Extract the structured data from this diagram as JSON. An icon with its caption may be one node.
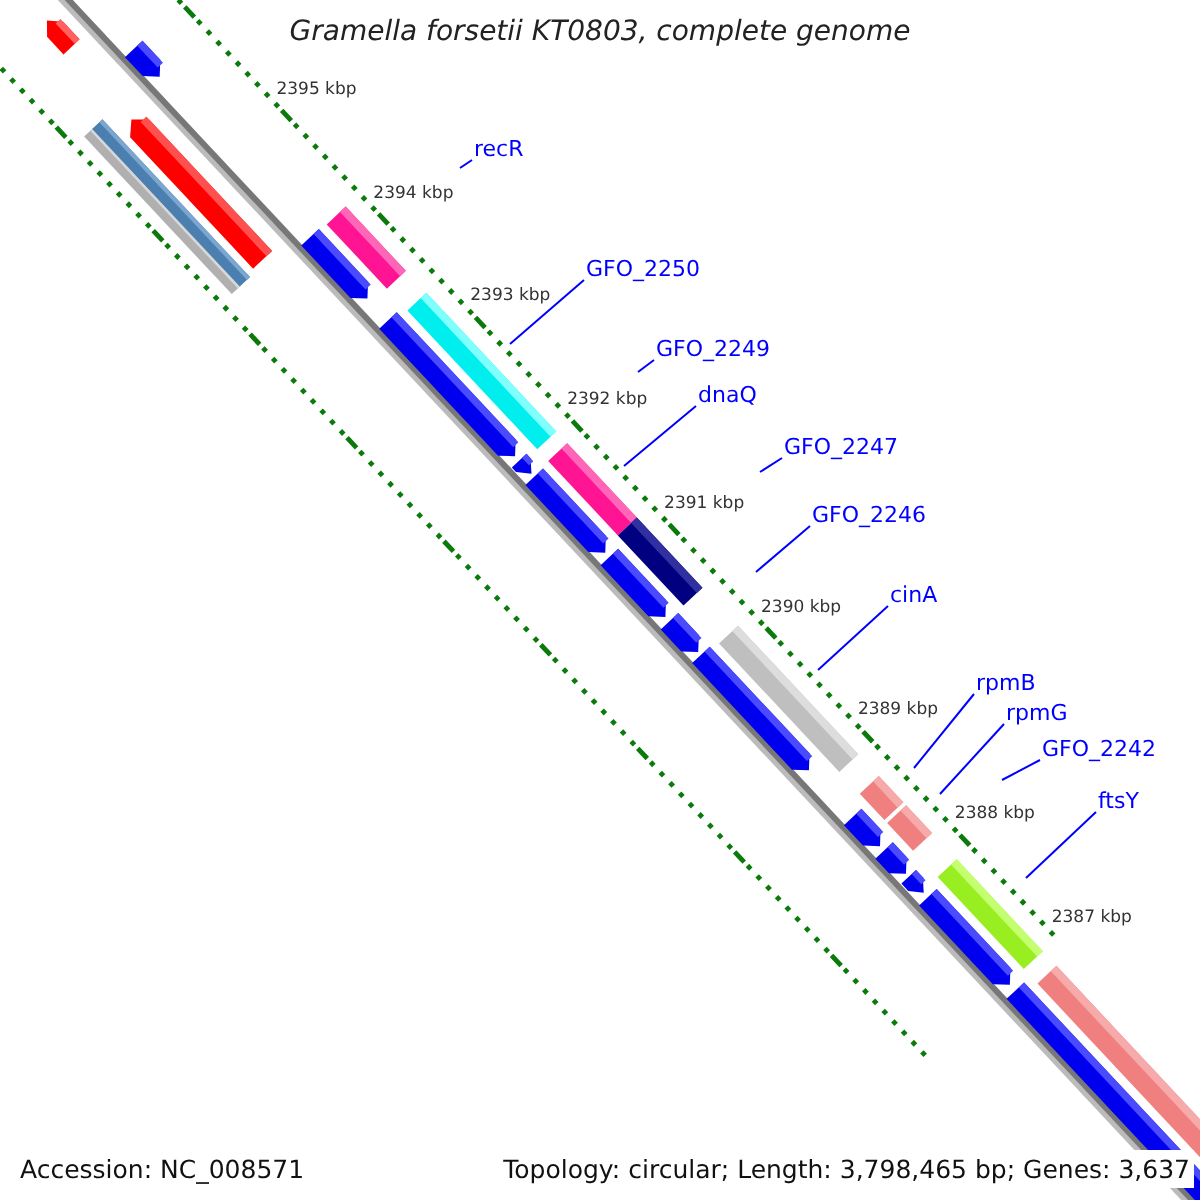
{
  "diagram": {
    "title": "Gramella forsetii KT0803, complete genome",
    "nodes": [
      {
        "text": [
          "recR"
        ]
      },
      {
        "text": [
          "GFO_2250"
        ]
      },
      {
        "text": [
          "GFO_2249"
        ]
      },
      {
        "text": [
          "dnaQ"
        ]
      },
      {
        "text": [
          "GFO_2247"
        ]
      },
      {
        "text": [
          "GFO_2246"
        ]
      },
      {
        "text": [
          "cinA"
        ]
      },
      {
        "text": [
          "rpmB"
        ]
      },
      {
        "text": [
          "rpmG"
        ]
      },
      {
        "text": [
          "GFO_2242"
        ]
      },
      {
        "text": [
          "ftsY"
        ]
      }
    ],
    "edges": [
      {
        "from": 0,
        "to": null,
        "arrow": "none"
      },
      {
        "from": 1,
        "to": null,
        "arrow": "none"
      },
      {
        "from": 2,
        "to": null,
        "arrow": "none"
      },
      {
        "from": 3,
        "to": null,
        "arrow": "none"
      },
      {
        "from": 4,
        "to": null,
        "arrow": "none"
      },
      {
        "from": 5,
        "to": null,
        "arrow": "none"
      },
      {
        "from": 6,
        "to": null,
        "arrow": "none"
      },
      {
        "from": 7,
        "to": null,
        "arrow": "none"
      },
      {
        "from": 8,
        "to": null,
        "arrow": "none"
      },
      {
        "from": 9,
        "to": null,
        "arrow": "none"
      },
      {
        "from": 10,
        "to": null,
        "arrow": "none"
      }
    ],
    "labels": [
      "2395 kbp",
      "2394 kbp",
      "2393 kbp",
      "2392 kbp",
      "2391 kbp",
      "2390 kbp",
      "2389 kbp",
      "2388 kbp",
      "2387 kbp",
      "Accession: NC_008571",
      "Topology: circular; Length: 3,798,465 bp; Genes: 3,637"
    ]
  }
}
